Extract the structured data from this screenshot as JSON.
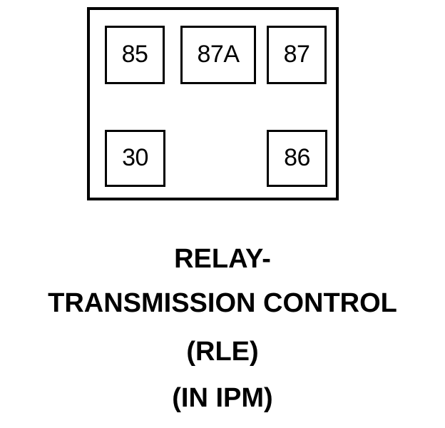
{
  "diagram": {
    "type": "automotive-relay-terminal-pinout",
    "component_name": "RELAY-TRANSMISSION CONTROL",
    "body": {
      "shape": "rectangle",
      "fill_color": "#ffffff",
      "stroke_color": "#000000"
    },
    "terminals": [
      {
        "id": "85",
        "label": "85",
        "row": "top",
        "column": "left"
      },
      {
        "id": "87A",
        "label": "87A",
        "row": "top",
        "column": "center"
      },
      {
        "id": "87",
        "label": "87",
        "row": "top",
        "column": "right"
      },
      {
        "id": "30",
        "label": "30",
        "row": "bottom",
        "column": "left"
      },
      {
        "id": "86",
        "label": "86",
        "row": "bottom",
        "column": "right"
      }
    ]
  },
  "caption": {
    "line_1": "RELAY-",
    "line_2": "TRANSMISSION CONTROL",
    "line_3": "(RLE)",
    "line_4": "(IN IPM)"
  },
  "colors": {
    "background": "#ffffff",
    "ink": "#000000"
  }
}
